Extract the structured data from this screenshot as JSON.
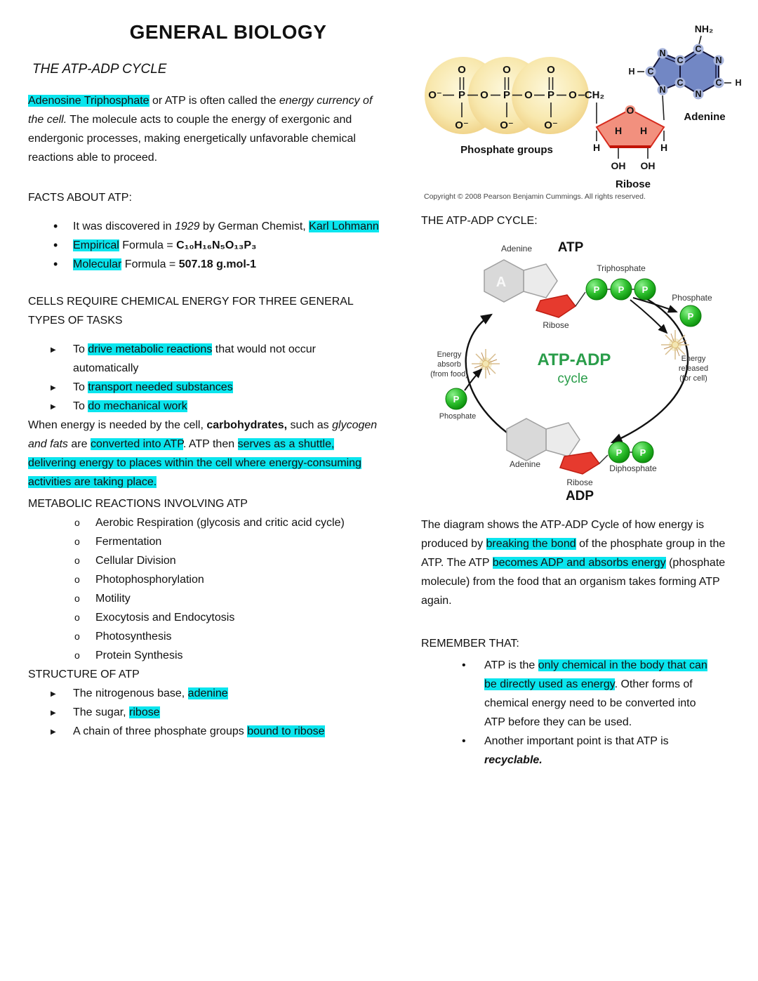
{
  "page": {
    "title": "GENERAL BIOLOGY"
  },
  "left": {
    "section_heading": "THE ATP-ADP CYCLE",
    "intro": [
      {
        "t": "Adenosine Triphosphate",
        "s": "hl"
      },
      {
        "t": " or ATP is often called the "
      },
      {
        "t": "energy currency of the cell.",
        "s": "i"
      },
      {
        "t": " The molecule acts to couple the energy of exergonic and endergonic processes, making energetically unfavorable chemical reactions able to proceed."
      }
    ],
    "facts_heading": "FACTS ABOUT ATP:",
    "facts": [
      [
        {
          "t": "It was discovered in "
        },
        {
          "t": "1929",
          "s": "i"
        },
        {
          "t": " by German Chemist, "
        },
        {
          "t": "Karl Lohmann",
          "s": "hl"
        }
      ],
      [
        {
          "t": "Empirical",
          "s": "hl"
        },
        {
          "t": " Formula = "
        },
        {
          "t": "C₁₀H₁₆N₅O₁₃P₃",
          "s": "b"
        }
      ],
      [
        {
          "t": "Molecular",
          "s": "hl"
        },
        {
          "t": " Formula = "
        },
        {
          "t": "507.18 g.mol-1",
          "s": "b"
        }
      ]
    ],
    "cells_heading": "CELLS REQUIRE CHEMICAL ENERGY FOR THREE GENERAL TYPES OF TASKS",
    "tasks": [
      [
        {
          "t": "To "
        },
        {
          "t": "drive metabolic reactions",
          "s": "hl"
        },
        {
          "t": " that would not occur automatically"
        }
      ],
      [
        {
          "t": "To "
        },
        {
          "t": "transport needed substances",
          "s": "hl"
        }
      ],
      [
        {
          "t": "To "
        },
        {
          "t": "do mechanical work",
          "s": "hl"
        }
      ]
    ],
    "energy_paragraph": [
      {
        "t": "When energy is needed by the cell, "
      },
      {
        "t": "carbohydrates,",
        "s": "b"
      },
      {
        "t": " such as "
      },
      {
        "t": "glycogen and fats",
        "s": "i"
      },
      {
        "t": " are "
      },
      {
        "t": "converted into ATP",
        "s": "hl"
      },
      {
        "t": ". ATP then "
      },
      {
        "t": "serves as a shuttle, delivering energy to places within the cell where energy-consuming activities are taking place.",
        "s": "hl"
      }
    ],
    "metabolic_heading": "METABOLIC REACTIONS INVOLVING ATP",
    "metabolic_items": [
      "Aerobic Respiration (glycosis and critic acid cycle)",
      "Fermentation",
      "Cellular Division",
      "Photophosphorylation",
      "Motility",
      "Exocytosis and Endocytosis",
      "Photosynthesis",
      "Protein Synthesis"
    ],
    "structure_heading": "STRUCTURE OF ATP",
    "structure_items": [
      [
        {
          "t": "The nitrogenous base, "
        },
        {
          "t": "adenine",
          "s": "hl"
        }
      ],
      [
        {
          "t": "The sugar, "
        },
        {
          "t": "ribose",
          "s": "hl"
        }
      ],
      [
        {
          "t": "A chain of three phosphate groups "
        },
        {
          "t": "bound to ribose",
          "s": "hl"
        }
      ]
    ]
  },
  "right": {
    "cycle_heading": "THE ATP-ADP CYCLE:",
    "description": [
      {
        "t": "The diagram shows the ATP-ADP Cycle of how energy is produced by "
      },
      {
        "t": "breaking the bond",
        "s": "hl"
      },
      {
        "t": " of the phosphate group in the ATP. The ATP "
      },
      {
        "t": "becomes ADP and absorbs energy",
        "s": "hl"
      },
      {
        "t": " (phosphate molecule) from the food that an organism takes forming ATP again."
      }
    ],
    "remember_heading": "REMEMBER THAT:",
    "remember_items": [
      [
        {
          "t": "ATP is the "
        },
        {
          "t": "only chemical in the body that can be directly used as energy",
          "s": "hl"
        },
        {
          "t": ". Other forms of chemical energy need to be converted into ATP before they can be used."
        }
      ],
      [
        {
          "t": "Another important point is that ATP is "
        },
        {
          "t": "recyclable.",
          "s": "bi"
        }
      ]
    ]
  },
  "molecule_diagram": {
    "labels": {
      "nh2": "NH₂",
      "ch2": "CH₂",
      "adenine": "Adenine",
      "ribose": "Ribose",
      "phosphate_groups": "Phosphate groups",
      "copyright": "Copyright © 2008 Pearson Benjamin Cummings. All rights reserved."
    },
    "atoms": {
      "o": "O",
      "o_minus": "O⁻",
      "p": "P",
      "h": "H",
      "oh": "OH",
      "n": "N",
      "c": "C"
    }
  },
  "cycle_diagram": {
    "atp": "ATP",
    "adp": "ADP",
    "adenine": "Adenine",
    "ribose": "Ribose",
    "triphosphate": "Triphosphate",
    "diphosphate": "Diphosphate",
    "phosphate": "Phosphate",
    "p": "P",
    "a_letter": "A",
    "title_line1": "ATP-ADP",
    "title_line2": "cycle",
    "energy_absorb": [
      "Energy",
      "absorb",
      "(from food)"
    ],
    "energy_released": [
      "Energy",
      "released",
      "(for cell)"
    ]
  },
  "colors": {
    "highlight": "#0ae5ee",
    "cycle_green": "#2a9d4a",
    "phosphate_green": "#1faf1f",
    "ribose_red": "#e63a2e",
    "adenine_blue": "#7287c4",
    "phosphate_yellow": "#f6dd9a"
  }
}
